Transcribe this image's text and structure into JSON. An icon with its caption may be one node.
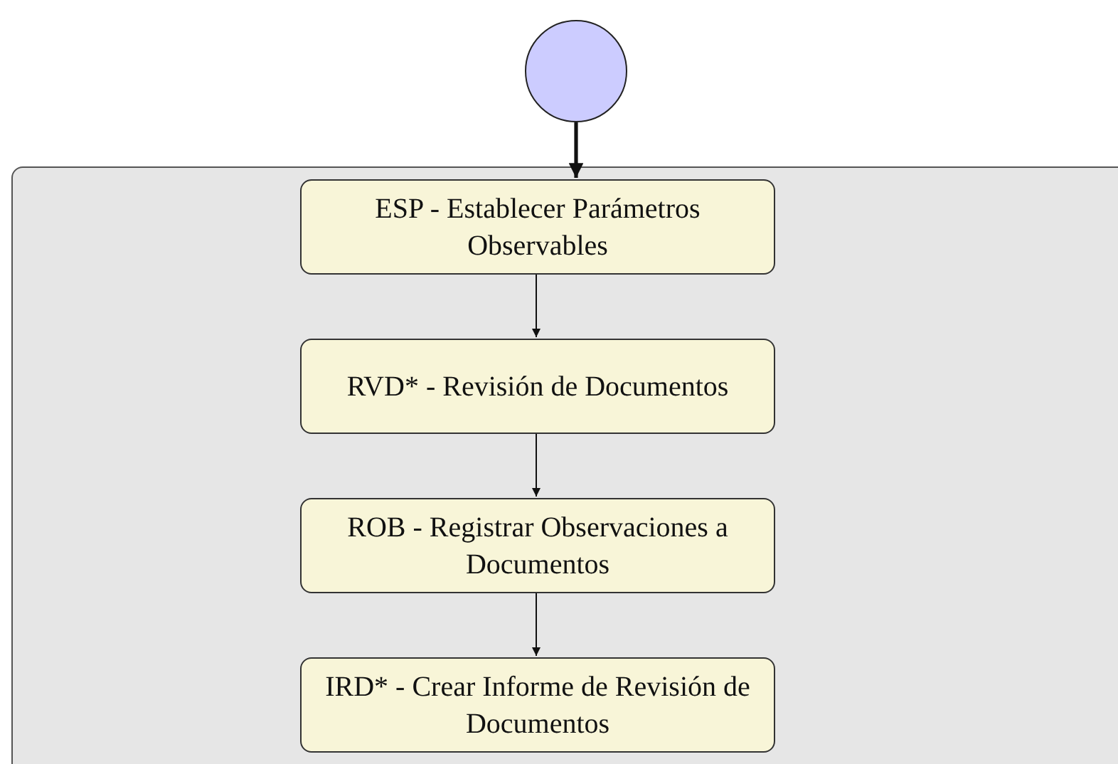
{
  "diagram": {
    "nodes": [
      {
        "text": [],
        "shape": "circle"
      },
      {
        "text": [],
        "shape": "box"
      },
      {
        "text": [
          "ESP - Establecer Parámetros Observables"
        ],
        "in": 1
      },
      {
        "text": [
          "RVD* - Revisión de Documentos"
        ],
        "in": 1
      },
      {
        "text": [
          "ROB - Registrar Observaciones a Documentos"
        ],
        "in": 1
      },
      {
        "text": [
          "IRD* - Crear Informe de Revisión de Documentos"
        ],
        "in": 1
      }
    ],
    "edges": [
      {
        "from": 0,
        "to": 2,
        "arrow": "to",
        "style": "thick"
      },
      {
        "from": 2,
        "to": 3,
        "arrow": "to"
      },
      {
        "from": 3,
        "to": 4,
        "arrow": "to"
      },
      {
        "from": 4,
        "to": 5,
        "arrow": "to"
      }
    ]
  }
}
